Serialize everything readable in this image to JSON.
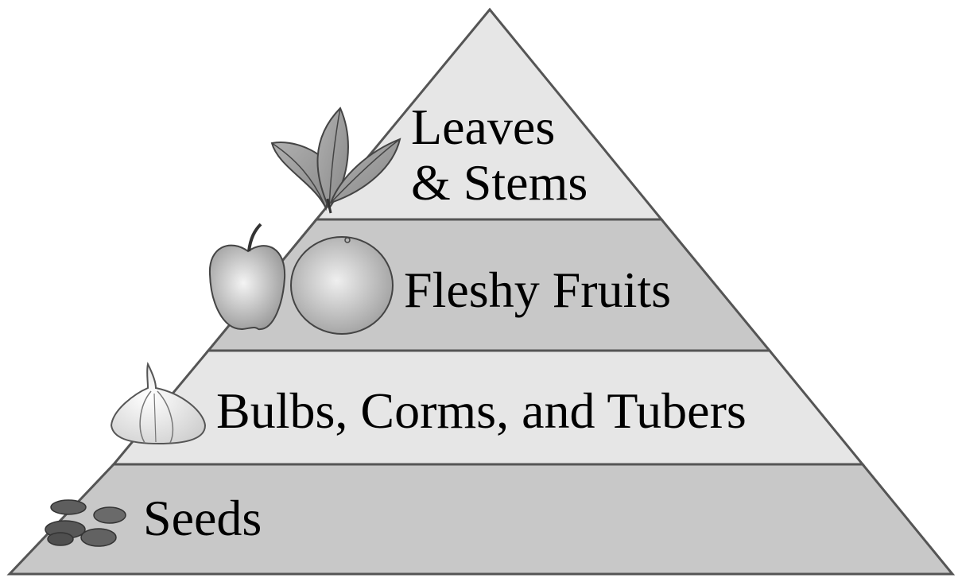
{
  "diagram": {
    "tiers": [
      {
        "label_line1": "Leaves",
        "label_line2": "& Stems",
        "icon": "leaves-icon",
        "fill": "#e6e6e6"
      },
      {
        "label": "Fleshy Fruits",
        "icon": "fruits-icon",
        "fill": "#c8c8c8"
      },
      {
        "label": "Bulbs, Corms, and Tubers",
        "icon": "garlic-bulb-icon",
        "fill": "#e6e6e6"
      },
      {
        "label": "Seeds",
        "icon": "beans-icon",
        "fill": "#c8c8c8"
      }
    ],
    "colors": {
      "outline": "#555555",
      "light_band": "#e6e6e6",
      "dark_band": "#c8c8c8"
    }
  }
}
